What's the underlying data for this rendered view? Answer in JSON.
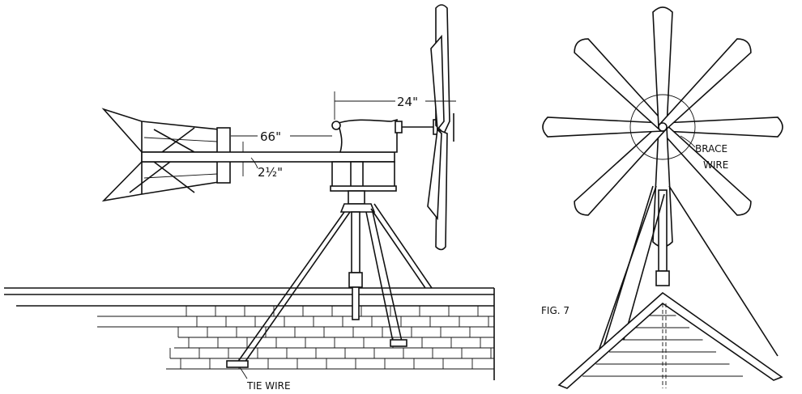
{
  "labels": {
    "dim_24": "24\"",
    "dim_66": "66\"",
    "dim_2_half": "2½\"",
    "brace_wire_1": "BRACE",
    "brace_wire_2": "WIRE",
    "fig": "FIG. 7",
    "tie_wire": "TIE WIRE"
  },
  "front_view": {
    "blade_count": 8
  }
}
